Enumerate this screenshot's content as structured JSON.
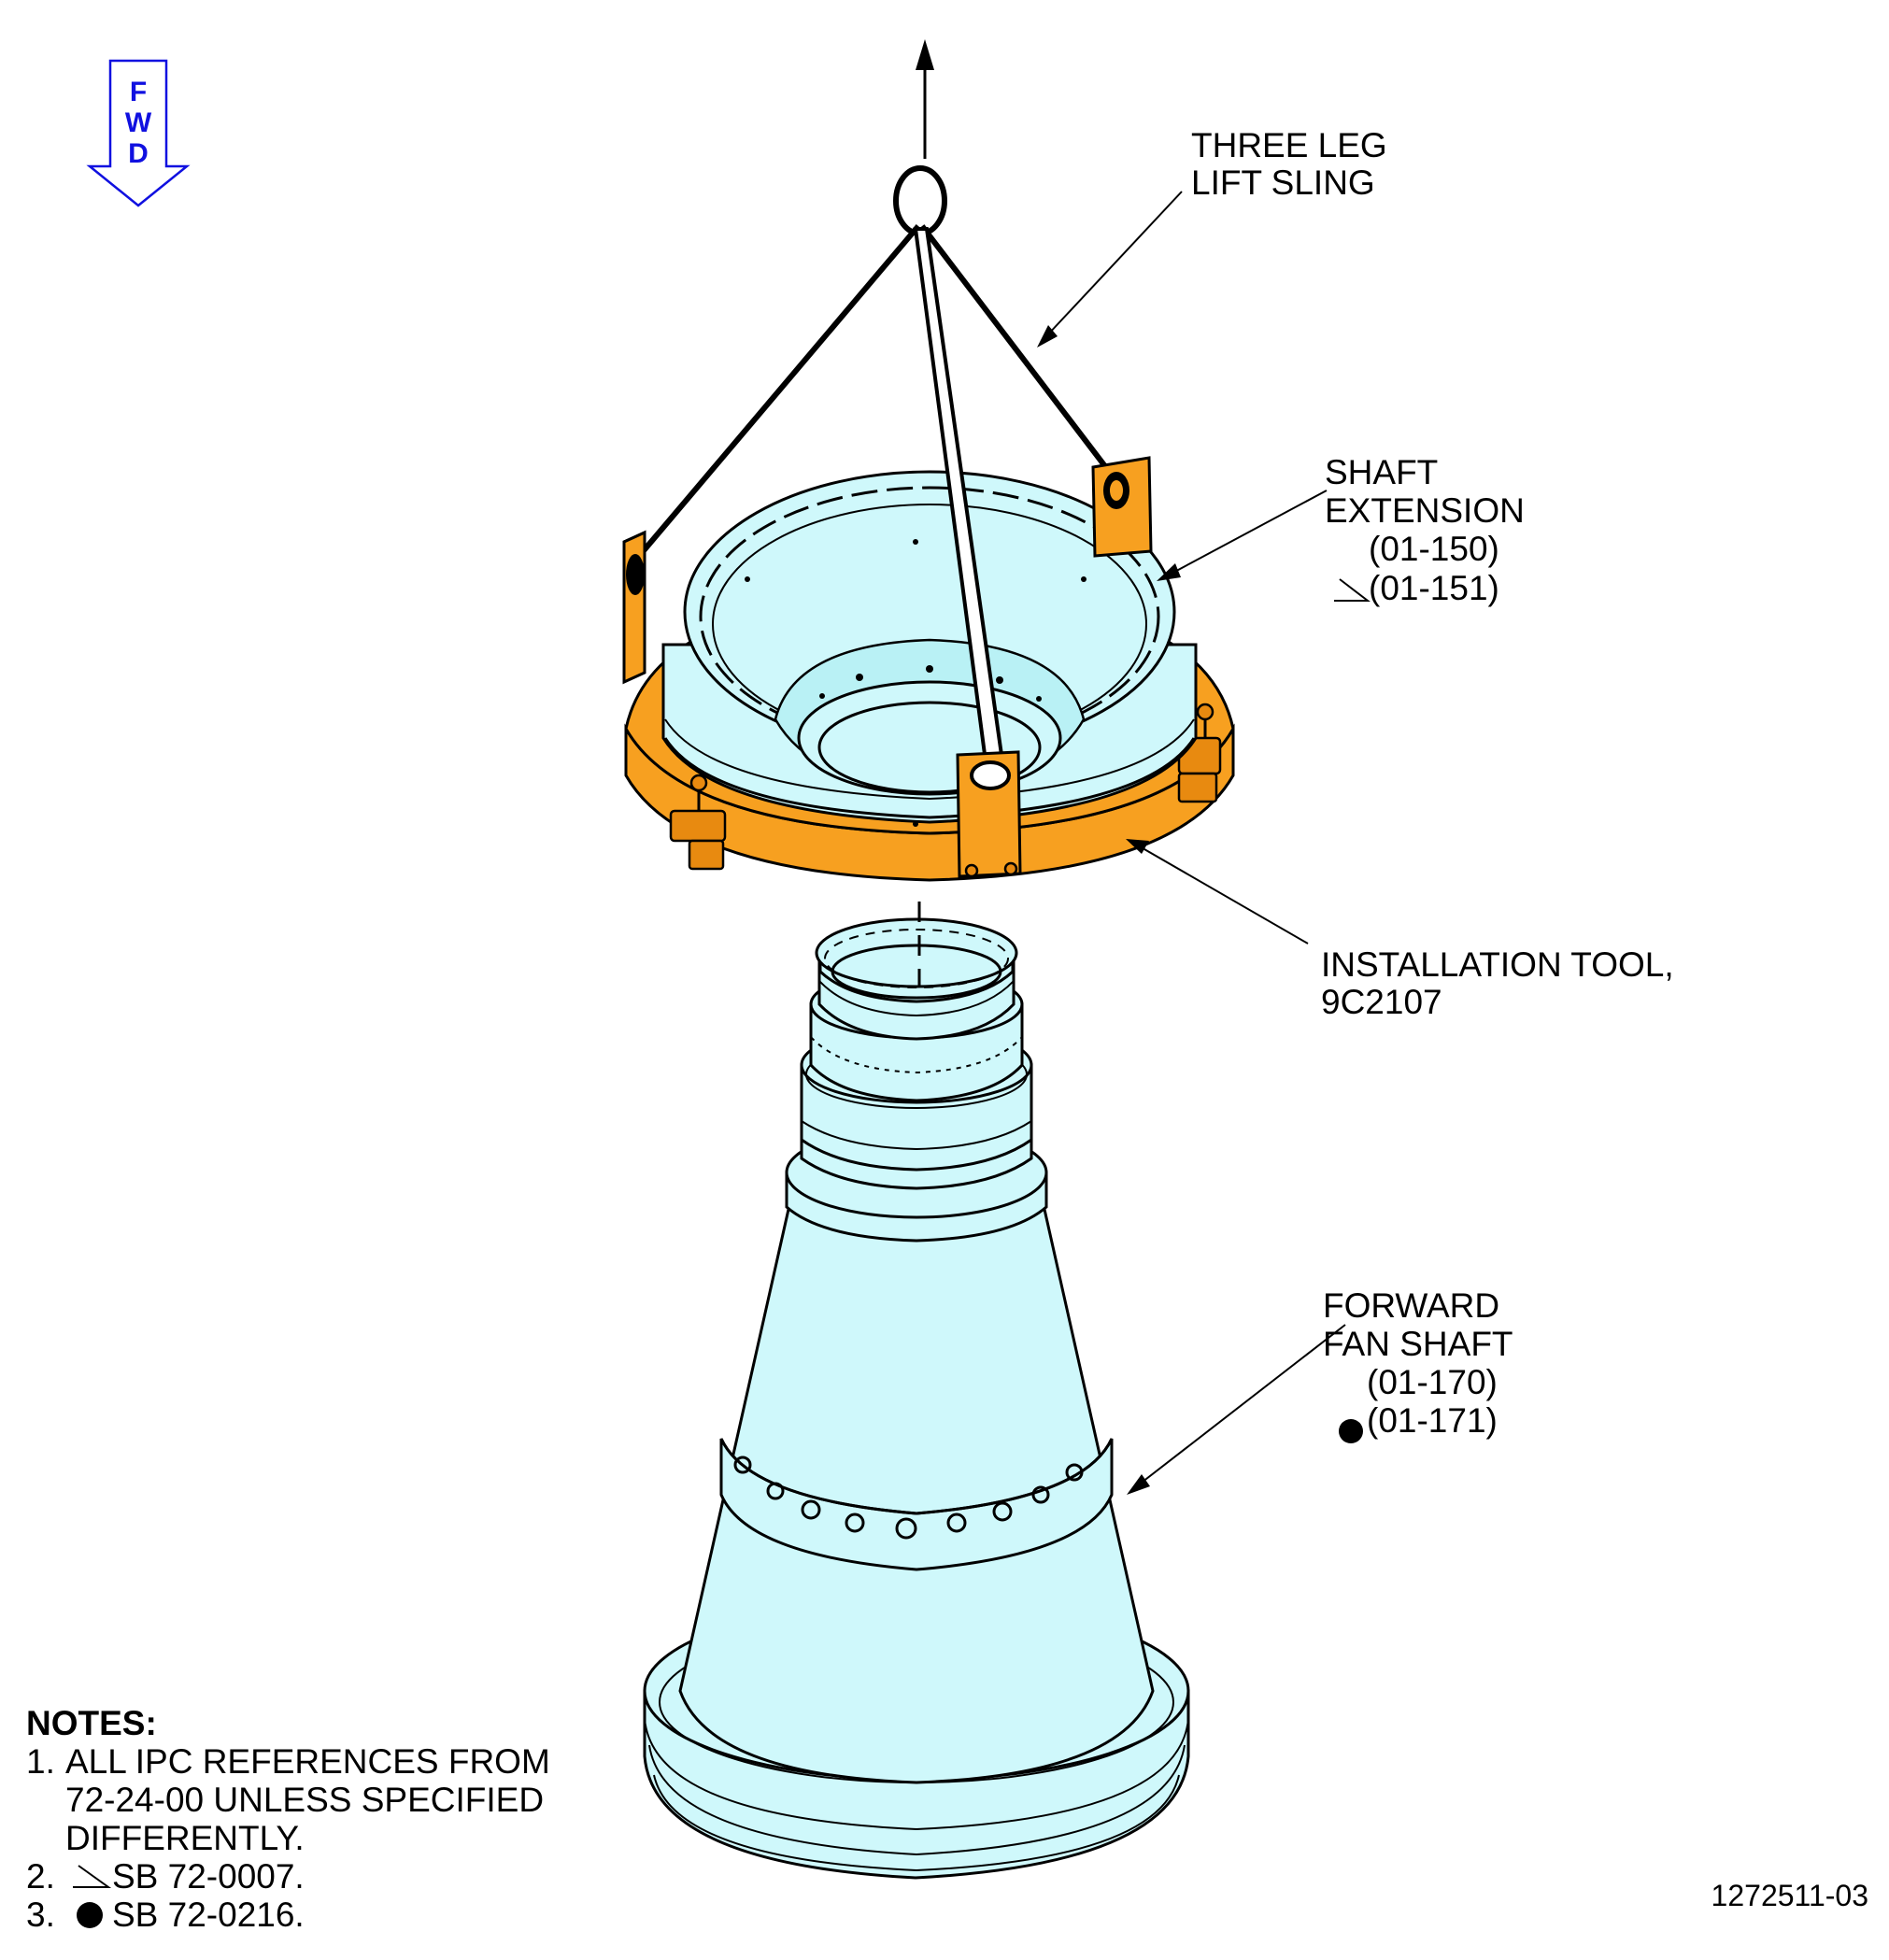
{
  "fwd_indicator": {
    "letters": [
      "F",
      "W",
      "D"
    ],
    "color": "#1010e0"
  },
  "callouts": {
    "lift_sling": [
      "THREE LEG",
      "LIFT SLING"
    ],
    "shaft_extension": [
      "SHAFT",
      "EXTENSION",
      "(01-150)",
      "(01-151)"
    ],
    "installation_tool": [
      "INSTALLATION TOOL,",
      "9C2107"
    ],
    "fan_shaft": [
      "FORWARD",
      "FAN SHAFT",
      "(01-170)",
      "(01-171)"
    ]
  },
  "notes": {
    "title": "NOTES:",
    "items": [
      {
        "num": "1.",
        "lines": [
          "ALL IPC REFERENCES FROM",
          "72-24-00 UNLESS SPECIFIED",
          "DIFFERENTLY."
        ]
      },
      {
        "num": "2.",
        "symbol": "triangle-flag-icon",
        "text": "SB 72-0007."
      },
      {
        "num": "3.",
        "symbol": "filled-circle-icon",
        "text": "SB 72-0216."
      }
    ]
  },
  "figure_id": "1272511-03",
  "colors": {
    "part": "#cff8fb",
    "tool": "#f7a020",
    "fwd_arrow": "#1010e0"
  }
}
